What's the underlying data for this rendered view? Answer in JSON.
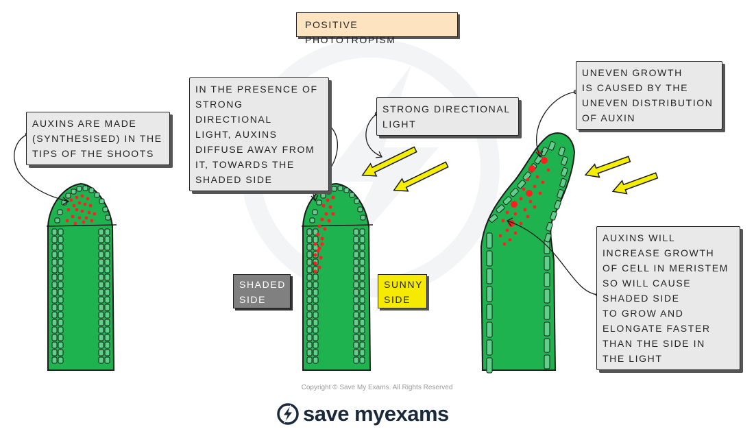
{
  "title": "POSITIVE   PHOTOTROPISM",
  "callouts": {
    "auxins_made": "AUXINS  ARE  MADE\n(SYNTHESISED)  IN  THE\nTIPS  OF  THE  SHOOTS",
    "presence": "IN  THE  PRESENCE  OF\nSTRONG  DIRECTIONAL\nLIGHT,  AUXINS\nDIFFUSE  AWAY  FROM\nIT,  TOWARDS  THE\nSHADED  SIDE",
    "strong_light": "STRONG  DIRECTIONAL\nLIGHT",
    "uneven": "UNEVEN  GROWTH\nIS  CAUSED  BY  THE\nUNEVEN  DISTRIBUTION\nOF  AUXIN",
    "increase": "AUXINS  WILL\nINCREASE  GROWTH\nOF  CELL  IN  MERISTEM\nSO  WILL  CAUSE\nSHADED  SIDE\nTO  GROW  AND\nELONGATE  FASTER\nTHAN  THE  SIDE  IN\nTHE  LIGHT"
  },
  "side_labels": {
    "shaded": "SHADED\nSIDE",
    "sunny": "SUNNY\nSIDE"
  },
  "copyright": "Copyright © Save My Exams. All Rights Reserved",
  "brand": {
    "word1": "save",
    "word2": "myexams"
  },
  "colors": {
    "shoot_fill": "#1fb34f",
    "cell_fill": "#5fd08a",
    "auxin": "#ff1f1f",
    "light_arrow": "#f5ee00",
    "callout_bg": "#e9e9e9",
    "title_bg": "#fde3c0",
    "shaded_bg": "#808080",
    "sunny_bg": "#f6ea00"
  },
  "icons": {
    "logo": "lightning-bolt-circle-icon",
    "light": "arrow-icon"
  }
}
